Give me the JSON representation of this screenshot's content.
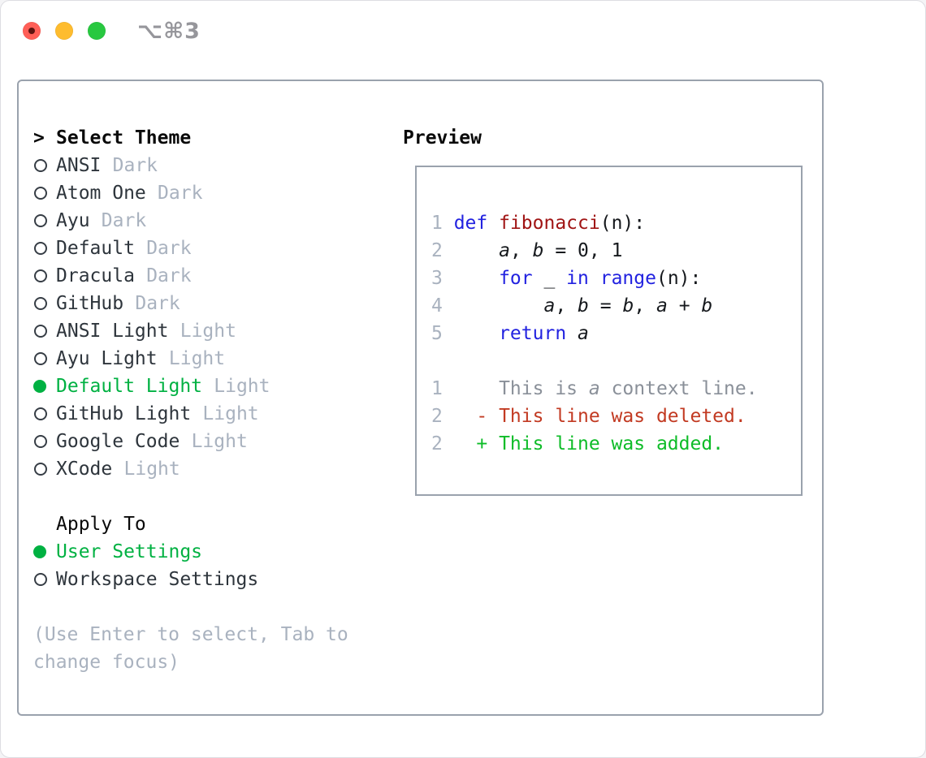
{
  "colors": {
    "accent-green": "#00b142",
    "keyword-blue": "#2222e0",
    "function-red": "#a01414",
    "diff-deleted-red": "#c23a22",
    "diff-added-green": "#0ebc28",
    "muted-gray": "#a9b2bf",
    "text-dark": "#2e353c",
    "code-text": "#16191d",
    "context-gray": "#8a9099",
    "border-gray": "#9aa2ad",
    "traffic-red": "#ff5f57",
    "traffic-yellow": "#febc2e",
    "traffic-green": "#28c840",
    "titlebar-text": "#96969b"
  },
  "titlebar": {
    "shortcut": "⌥⌘3"
  },
  "theme_picker": {
    "cursor": ">",
    "title": "Select Theme",
    "items": [
      {
        "name": "ANSI",
        "tag": "Dark",
        "selected": false
      },
      {
        "name": "Atom One",
        "tag": "Dark",
        "selected": false
      },
      {
        "name": "Ayu",
        "tag": "Dark",
        "selected": false
      },
      {
        "name": "Default",
        "tag": "Dark",
        "selected": false
      },
      {
        "name": "Dracula",
        "tag": "Dark",
        "selected": false
      },
      {
        "name": "GitHub",
        "tag": "Dark",
        "selected": false
      },
      {
        "name": "ANSI Light",
        "tag": "Light",
        "selected": false
      },
      {
        "name": "Ayu Light",
        "tag": "Light",
        "selected": false
      },
      {
        "name": "Default Light",
        "tag": "Light",
        "selected": true
      },
      {
        "name": "GitHub Light",
        "tag": "Light",
        "selected": false
      },
      {
        "name": "Google Code",
        "tag": "Light",
        "selected": false
      },
      {
        "name": "XCode",
        "tag": "Light",
        "selected": false
      }
    ],
    "apply_to": {
      "title": "Apply To",
      "options": [
        {
          "label": "User Settings",
          "selected": true
        },
        {
          "label": "Workspace Settings",
          "selected": false
        }
      ]
    },
    "help": "(Use Enter to select, Tab to change focus)"
  },
  "preview": {
    "title": "Preview",
    "lines": [
      {
        "ln": "",
        "tokens": []
      },
      {
        "ln": "1",
        "tokens": [
          {
            "t": "def",
            "s": "kw"
          },
          {
            "t": " "
          },
          {
            "t": "fibonacci",
            "s": "fn"
          },
          {
            "t": "(n):"
          }
        ]
      },
      {
        "ln": "2",
        "tokens": [
          {
            "t": "    "
          },
          {
            "t": "a",
            "s": "v"
          },
          {
            "t": ", "
          },
          {
            "t": "b",
            "s": "v"
          },
          {
            "t": " = 0, 1"
          }
        ]
      },
      {
        "ln": "3",
        "tokens": [
          {
            "t": "    "
          },
          {
            "t": "for",
            "s": "kw"
          },
          {
            "t": " _ "
          },
          {
            "t": "in",
            "s": "kw"
          },
          {
            "t": " "
          },
          {
            "t": "range",
            "s": "kw"
          },
          {
            "t": "(n):"
          }
        ]
      },
      {
        "ln": "4",
        "tokens": [
          {
            "t": "        "
          },
          {
            "t": "a",
            "s": "v"
          },
          {
            "t": ", "
          },
          {
            "t": "b",
            "s": "v"
          },
          {
            "t": " = "
          },
          {
            "t": "b",
            "s": "v"
          },
          {
            "t": ", "
          },
          {
            "t": "a",
            "s": "v"
          },
          {
            "t": " + "
          },
          {
            "t": "b",
            "s": "v"
          }
        ]
      },
      {
        "ln": "5",
        "tokens": [
          {
            "t": "    "
          },
          {
            "t": "return",
            "s": "kw"
          },
          {
            "t": " "
          },
          {
            "t": "a",
            "s": "v"
          }
        ]
      },
      {
        "ln": "",
        "tokens": []
      },
      {
        "ln": "1",
        "tokens": [
          {
            "t": "    "
          },
          {
            "t": "This is ",
            "s": "ctx"
          },
          {
            "t": "a",
            "s": "ctxi"
          },
          {
            "t": " context line.",
            "s": "ctx"
          }
        ]
      },
      {
        "ln": "2",
        "tokens": [
          {
            "t": "  "
          },
          {
            "t": "- This line was deleted.",
            "s": "del"
          }
        ]
      },
      {
        "ln": "2",
        "tokens": [
          {
            "t": "  "
          },
          {
            "t": "+ This line was added.",
            "s": "add"
          }
        ]
      }
    ]
  }
}
